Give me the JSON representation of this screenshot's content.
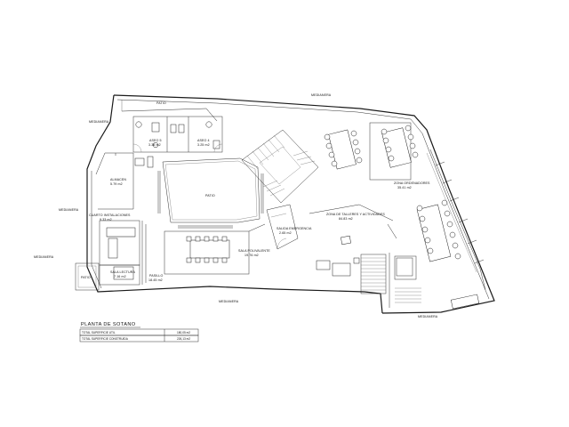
{
  "plan": {
    "labels": {
      "medianera_top": "MEDIANERA",
      "medianera_left_top": "MEDIANERA",
      "medianera_left": "MEDIANERA",
      "medianera_left_bottom": "MEDIANERA",
      "medianera_bottom": "MEDIANERA",
      "medianera_right_bottom": "MEDIANERA",
      "patio_top": "PATIO",
      "patio_center": "PATIO",
      "patio_bottom_left": "PATIO",
      "aseo5_name": "ASEO 5",
      "aseo5_area": "3.35 m2",
      "aseo4_name": "ASEO 4",
      "aseo4_area": "3.25 m2",
      "almacen_name": "ALMACEN",
      "almacen_area": "5.79 m2",
      "cuarto_name": "CUARTO INSTALACIONES",
      "cuarto_area": "9.33 m2",
      "sala_lectura_name": "SALA LECTURA",
      "sala_lectura_area": "7.16 m2",
      "pasillo_name": "PASILLO",
      "pasillo_area": "18.45 m2",
      "sala_polivalente_name": "SALA POLIVALENTE",
      "sala_polivalente_area": "19.76 m2",
      "salida_emergencia_name": "SALIDA EMERGENCIA",
      "salida_emergencia_area": "2.65 m2",
      "talleres_name": "ZONA DE TALLERES Y ACTIVIDADES",
      "talleres_area": "84.83 m2",
      "ordenadores_name": "ZONA ORDENADORES",
      "ordenadores_area": "35.41 m2"
    },
    "legend": {
      "title": "PLANTA DE SOTANO",
      "rows": [
        {
          "label": "TOTAL SUPERFICIE UTIL",
          "value": "180,05 m2"
        },
        {
          "label": "TOTAL SUPERFICIE CONSTRUIDA",
          "value": "226,13 m2"
        }
      ]
    }
  }
}
